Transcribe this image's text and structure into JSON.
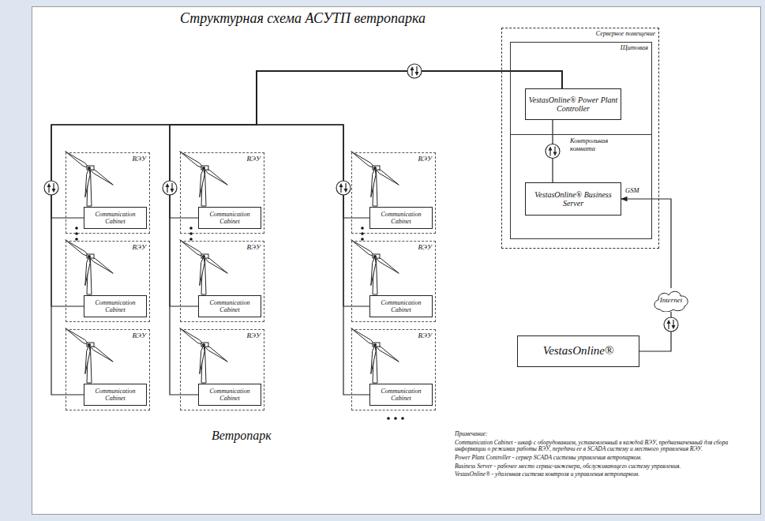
{
  "diagram": {
    "title": "Структурная схема АСУТП ветропарка",
    "nodes": [
      {
        "text": [
          "Серверное помещение"
        ]
      },
      {
        "text": [
          "Щитовая"
        ],
        "in": 0
      },
      {
        "text": [
          "Контрольная комната"
        ],
        "in": 0
      },
      {
        "text": [
          "VestasOnline® Power Plant Controller"
        ],
        "in": 1
      },
      {
        "text": [
          "VestasOnline® Business Server"
        ],
        "in": 2
      },
      {
        "text": [
          "Internet"
        ]
      },
      {
        "text": [
          "VestasOnline®"
        ]
      },
      {
        "text": [
          "ВЭУ"
        ]
      },
      {
        "text": [
          "Communication Cabinet"
        ],
        "in": 7
      },
      {
        "text": [
          "ВЭУ"
        ]
      },
      {
        "text": [
          "Communication Cabinet"
        ],
        "in": 9
      },
      {
        "text": [
          "ВЭУ"
        ]
      },
      {
        "text": [
          "Communication Cabinet"
        ],
        "in": 11
      },
      {
        "text": [
          "ВЭУ"
        ]
      },
      {
        "text": [
          "Communication Cabinet"
        ],
        "in": 13
      },
      {
        "text": [
          "ВЭУ"
        ]
      },
      {
        "text": [
          "Communication Cabinet"
        ],
        "in": 15
      },
      {
        "text": [
          "ВЭУ"
        ]
      },
      {
        "text": [
          "Communication Cabinet"
        ],
        "in": 17
      },
      {
        "text": [
          "ВЭУ"
        ]
      },
      {
        "text": [
          "Communication Cabinet"
        ],
        "in": 19
      },
      {
        "text": [
          "ВЭУ"
        ]
      },
      {
        "text": [
          "Communication Cabinet"
        ],
        "in": 21
      },
      {
        "text": [
          "ВЭУ"
        ]
      },
      {
        "text": [
          "Communication Cabinet"
        ],
        "in": 23
      }
    ],
    "edges": [
      {
        "from": 3,
        "to": 4,
        "arrow": "none"
      },
      {
        "from": 5,
        "to": 4,
        "arrow": "to"
      },
      {
        "from": 5,
        "to": 6,
        "arrow": "none"
      },
      {
        "from": 8,
        "to": 3,
        "arrow": "none"
      },
      {
        "from": 10,
        "to": 3,
        "arrow": "none"
      },
      {
        "from": 12,
        "to": 3,
        "arrow": "none"
      },
      {
        "from": 14,
        "to": 3,
        "arrow": "none"
      },
      {
        "from": 16,
        "to": 3,
        "arrow": "none"
      },
      {
        "from": 18,
        "to": 3,
        "arrow": "none"
      },
      {
        "from": 20,
        "to": 3,
        "arrow": "none"
      },
      {
        "from": 22,
        "to": 3,
        "arrow": "none"
      },
      {
        "from": 24,
        "to": 3,
        "arrow": "none"
      }
    ],
    "labels": [
      "GSM",
      "Ветропарк",
      "Примечание:",
      "Communication Cabinet - шкаф с оборудованием, установленный в каждой ВЭУ, предназначенный для сбора информации о режимах работы ВЭУ, передачи ее в SCADA систему и местного управления ВЭУ.",
      "Power Plant Controller - сервер SCADA системы управления ветропарком.",
      "Business Server - рабочее место сервис-инженера, обслуживающего систему управления.",
      "VestasOnline® - удаленная система контроля и управления ветропарком."
    ]
  }
}
